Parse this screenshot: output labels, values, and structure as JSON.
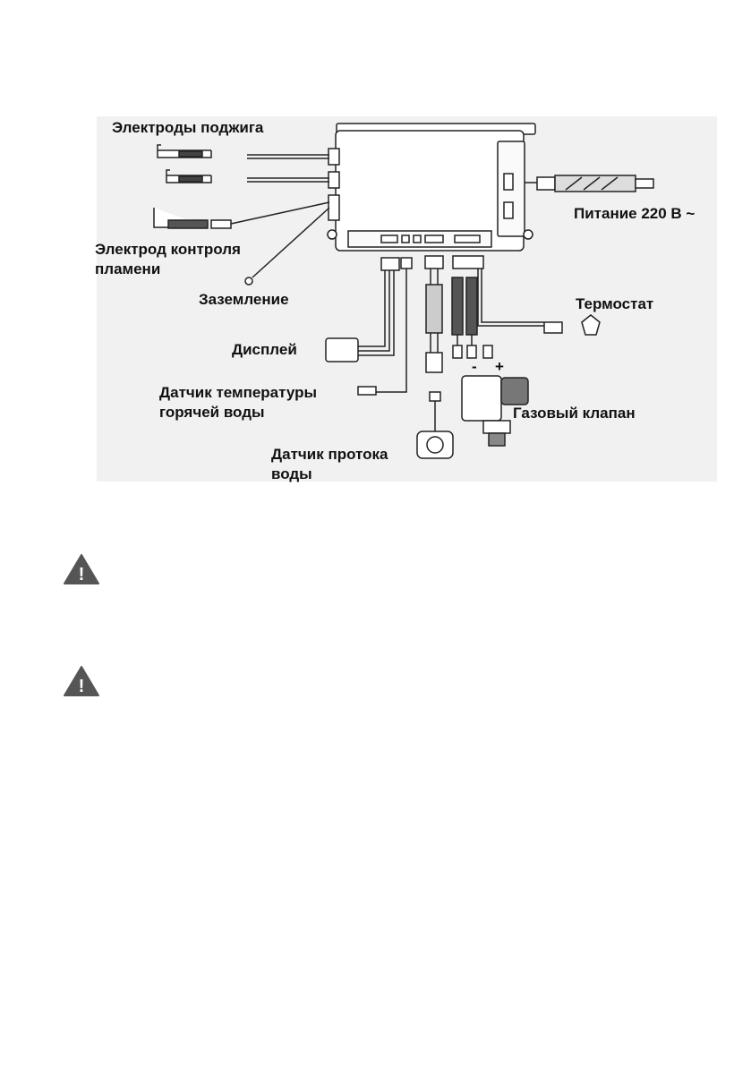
{
  "diagram": {
    "labels": {
      "ignition_electrodes": "Электроды поджига",
      "power_supply": "Питание 220 В ~",
      "flame_electrode_line1": "Электрод контроля",
      "flame_electrode_line2": "пламени",
      "ground": "Заземление",
      "thermostat": "Термостат",
      "display": "Дисплей",
      "hot_water_sensor_line1": "Датчик температуры",
      "hot_water_sensor_line2": "горячей воды",
      "gas_valve": "Газовый клапан",
      "flow_sensor_line1": "Датчик протока",
      "flow_sensor_line2": "воды",
      "minus_sign": "-",
      "plus_sign": "+"
    }
  },
  "warnings": [
    {
      "icon": "warning-triangle-icon",
      "glyph": "!"
    },
    {
      "icon": "warning-triangle-icon",
      "glyph": "!"
    }
  ]
}
